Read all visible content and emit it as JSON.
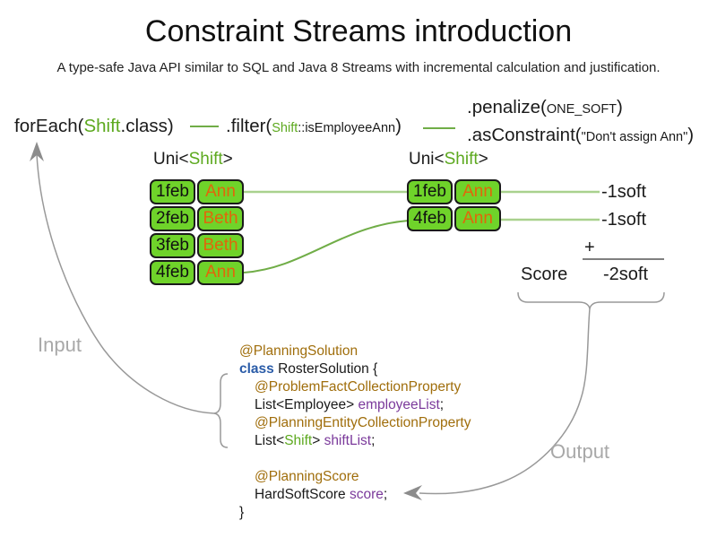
{
  "title": "Constraint Streams introduction",
  "subtitle": "A type-safe Java API similar to SQL and Java 8 Streams with incremental calculation and justification.",
  "pipeline": {
    "foreach_pre": "forEach(",
    "foreach_type": "Shift",
    "foreach_post": ".class)",
    "filter_pre": ".filter(",
    "filter_arg_type": "Shift",
    "filter_arg_rest": "::isEmployeeAnn",
    "filter_post": ")",
    "penalize_pre": ".penalize(",
    "penalize_arg": "ONE_SOFT",
    "penalize_post": ")",
    "asconstraint_pre": ".asConstraint(",
    "asconstraint_arg": "\"Don't assign Ann\"",
    "asconstraint_post": ")"
  },
  "left_stream": {
    "label_pre": "Uni<",
    "label_type": "Shift",
    "label_post": ">",
    "rows": [
      {
        "date": "1feb",
        "name": "Ann"
      },
      {
        "date": "2feb",
        "name": "Beth"
      },
      {
        "date": "3feb",
        "name": "Beth"
      },
      {
        "date": "4feb",
        "name": "Ann"
      }
    ]
  },
  "right_stream": {
    "label_pre": "Uni<",
    "label_type": "Shift",
    "label_post": ">",
    "rows": [
      {
        "date": "1feb",
        "name": "Ann"
      },
      {
        "date": "4feb",
        "name": "Ann"
      }
    ]
  },
  "penalties": [
    "-1soft",
    "-1soft"
  ],
  "score_summary": {
    "plus": "+",
    "score_label": "Score",
    "total": "-2soft"
  },
  "flow_labels": {
    "input": "Input",
    "output": "Output"
  },
  "code": {
    "lines": [
      {
        "indent": false,
        "segs": [
          {
            "t": "@PlanningSolution",
            "c": "ann"
          }
        ]
      },
      {
        "indent": false,
        "segs": [
          {
            "t": "class",
            "c": "kw"
          },
          {
            "t": " RosterSolution {",
            "c": "plain"
          }
        ]
      },
      {
        "indent": true,
        "segs": [
          {
            "t": "@ProblemFactCollectionProperty",
            "c": "ann"
          }
        ]
      },
      {
        "indent": true,
        "segs": [
          {
            "t": "List<Employee> ",
            "c": "plain"
          },
          {
            "t": "employeeList",
            "c": "field"
          },
          {
            "t": ";",
            "c": "plain"
          }
        ]
      },
      {
        "indent": true,
        "segs": [
          {
            "t": "@PlanningEntityCollectionProperty",
            "c": "ann"
          }
        ]
      },
      {
        "indent": true,
        "segs": [
          {
            "t": "List<",
            "c": "plain"
          },
          {
            "t": "Shift",
            "c": "type"
          },
          {
            "t": "> ",
            "c": "plain"
          },
          {
            "t": "shiftList",
            "c": "field"
          },
          {
            "t": ";",
            "c": "plain"
          }
        ]
      },
      {
        "indent": false,
        "segs": []
      },
      {
        "indent": true,
        "segs": [
          {
            "t": "@PlanningScore",
            "c": "ann"
          }
        ]
      },
      {
        "indent": true,
        "segs": [
          {
            "t": "HardSoftScore ",
            "c": "plain"
          },
          {
            "t": "score",
            "c": "field"
          },
          {
            "t": ";",
            "c": "plain"
          }
        ]
      },
      {
        "indent": false,
        "segs": [
          {
            "t": "}",
            "c": "plain"
          }
        ]
      }
    ]
  },
  "colors": {
    "cell_green": "#6FD32A",
    "type_green": "#5DA91F",
    "line_light_green": "#A9D18E",
    "line_green": "#70AD47",
    "name_orange": "#E0670B",
    "annotation_gold": "#A06E0C",
    "keyword_blue": "#2B5CA8",
    "field_purple": "#7B3A9B",
    "flow_gray": "#999999",
    "label_gray": "#A8A8A8"
  }
}
